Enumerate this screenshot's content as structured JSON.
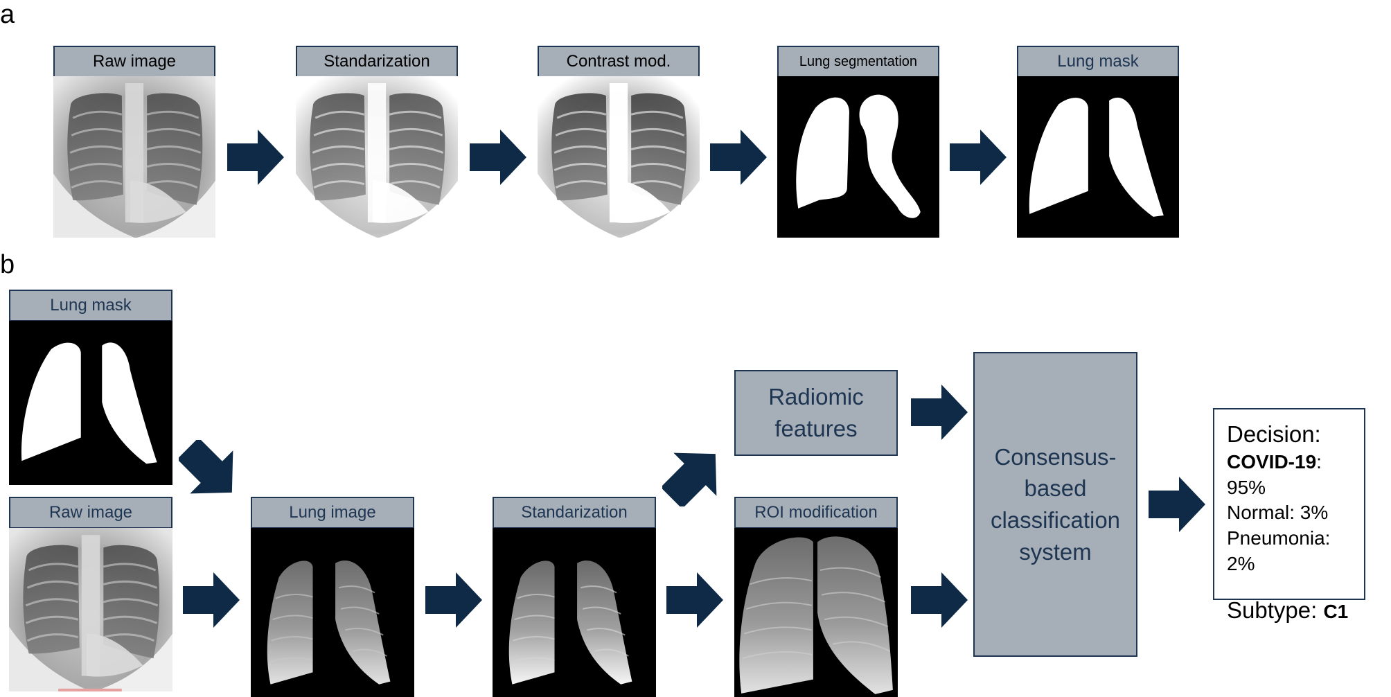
{
  "panel_a": {
    "letter": "a",
    "steps": [
      {
        "label": "Raw image",
        "image": "chest-xray-raw"
      },
      {
        "label": "Standarization",
        "image": "chest-xray-standardized"
      },
      {
        "label": "Contrast mod.",
        "image": "chest-xray-contrast"
      },
      {
        "label": "Lung segmentation",
        "image": "segmentation-mask"
      },
      {
        "label": "Lung mask",
        "image": "lung-mask"
      }
    ]
  },
  "panel_b": {
    "letter": "b",
    "lung_mask_label": "Lung mask",
    "raw_image_label": "Raw image",
    "lung_image_label": "Lung image",
    "standarization_label": "Standarization",
    "roi_label": "ROI modification",
    "radiomic_line1": "Radiomic",
    "radiomic_line2": "features",
    "consensus_lines": [
      "Consensus-",
      "based",
      "classification",
      "system"
    ],
    "decision": {
      "title": "Decision:",
      "covid_label": "COVID-19",
      "covid_value": ": 95%",
      "normal": "Normal: 3%",
      "pneumonia": "Pneumonia: 2%",
      "subtype_label": "Subtype: ",
      "subtype_value": "C1"
    }
  },
  "colors": {
    "navy": "#1e3552",
    "label_grey": "#a6aeb7",
    "arrow": "#0e2a47"
  }
}
